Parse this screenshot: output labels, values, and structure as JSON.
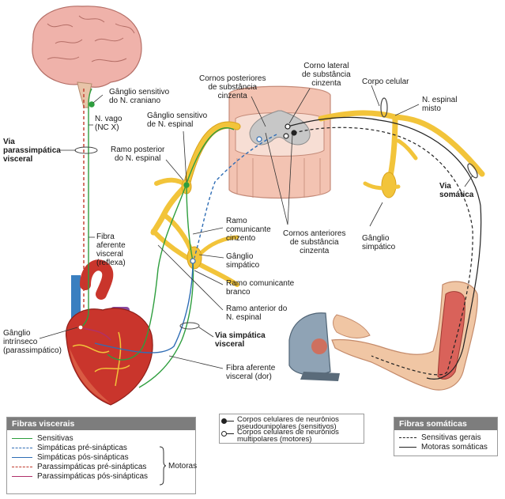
{
  "labels": {
    "ganglio_craniano": "Gânglio sensitivo\ndo N. craniano",
    "n_vago": "N. vago\n(NC X)",
    "via_parassimpatica": "Via\nparassimpática\nvisceral",
    "ganglio_espinal": "Gânglio sensitivo\nde N. espinal",
    "ramo_posterior": "Ramo posterior\ndo N. espinal",
    "cornos_posteriores": "Cornos posteriores\nde substância\ncinzenta",
    "corno_lateral": "Corno lateral\nde substância\ncinzenta",
    "corpo_celular": "Corpo celular",
    "n_espinal_misto": "N. espinal\nmisto",
    "via_somatica": "Via\nsomática",
    "ramo_com_cinzento": "Ramo\ncomunicante\ncinzento",
    "ganglio_simpatico_1": "Gânglio\nsimpático",
    "cornos_anteriores": "Cornos anteriores\nde substância\ncinzenta",
    "ganglio_simpatico_2": "Gânglio\nsimpático",
    "ramo_com_branco": "Ramo comunicante\nbranco",
    "ramo_anterior": "Ramo anterior do\nN. espinal",
    "fibra_aferente_reflexa": "Fibra\naferente\nvisceral\n(reflexa)",
    "ganglio_intrinseco": "Gânglio\nintrínseco\n(parassimpático)",
    "via_simpatica": "Via simpática\nvisceral",
    "fibra_aferente_dor": "Fibra aferente\nvisceral (dor)"
  },
  "legend_visceral": {
    "title": "Fibras viscerais",
    "items": [
      {
        "label": "Sensitivas",
        "color": "#2e9e3e",
        "style": "solid"
      },
      {
        "label": "Simpáticas pré-sinápticas",
        "color": "#2f6db5",
        "style": "dashed"
      },
      {
        "label": "Simpáticas pós-sinápticas",
        "color": "#2f6db5",
        "style": "solid"
      },
      {
        "label": "Parassimpáticas pré-sinápticas",
        "color": "#c0392b",
        "style": "dashed"
      },
      {
        "label": "Parassimpáticas pós-sinápticas",
        "color": "#b0306a",
        "style": "solid"
      }
    ],
    "bracket_label": "Motoras"
  },
  "legend_cells": {
    "items": [
      {
        "label": "Corpos celulares de neurônios\npseudounipolares (sensitivos)",
        "style": "filled"
      },
      {
        "label": "Corpos celulares de neurônios\nmultipolares (motores)",
        "style": "open"
      }
    ]
  },
  "legend_somatic": {
    "title": "Fibras somáticas",
    "items": [
      {
        "label": "Sensitivas gerais",
        "color": "#222222",
        "style": "dashed"
      },
      {
        "label": "Motoras somáticas",
        "color": "#222222",
        "style": "solid"
      }
    ]
  },
  "colors": {
    "nerve": "#f2c43a",
    "nerve_dark": "#d9a21c",
    "brain": "#f0b7b0",
    "heart": "#c9352c",
    "cord": "#f3c3b2",
    "grey_matter": "#c7c7c7"
  }
}
